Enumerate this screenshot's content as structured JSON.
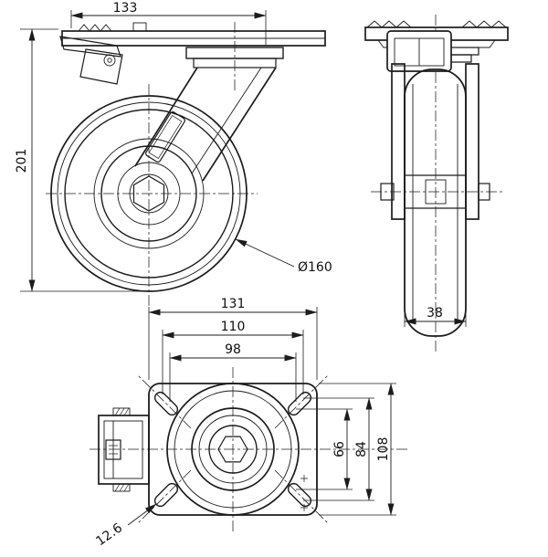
{
  "colors": {
    "line": "#1c1c1c",
    "background": "#ffffff"
  },
  "dimensions": {
    "side_view": {
      "plate_length": "133",
      "overall_height": "201",
      "wheel_diameter": "Ø160"
    },
    "front_view": {
      "wheel_width": "38"
    },
    "plan_view": {
      "plate_width": "131",
      "bolt_spacing_outer_width": "110",
      "bolt_spacing_inner_width": "98",
      "bolt_spacing_inner_length": "66",
      "bolt_spacing_outer_length": "84",
      "plate_length": "108",
      "slot_width": "12.6"
    }
  }
}
